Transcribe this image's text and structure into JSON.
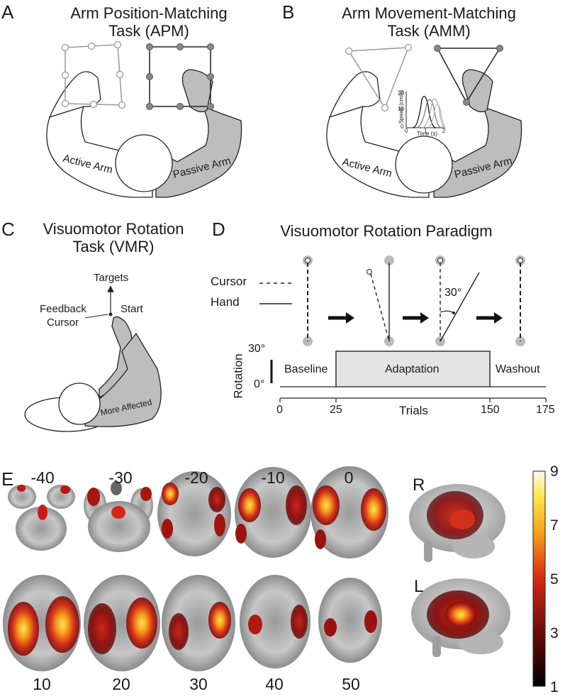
{
  "panels": {
    "a": {
      "letter": "A",
      "title_line1": "Arm Position-Matching",
      "title_line2": "Task (APM)",
      "active_label": "Active Arm",
      "passive_label": "Passive Arm"
    },
    "b": {
      "letter": "B",
      "title_line1": "Arm Movement-Matching",
      "title_line2": "Task (AMM)",
      "active_label": "Active Arm",
      "passive_label": "Passive Arm",
      "inset": {
        "ylabel": "Speed (cm/s)",
        "xlabel": "Time (s)",
        "yticks": [
          "0",
          "10",
          "20"
        ],
        "xticks": [
          "0",
          "1",
          "2"
        ]
      }
    },
    "c": {
      "letter": "C",
      "title_line1": "Visuomotor Rotation",
      "title_line2": "Task (VMR)",
      "targets_label": "Targets",
      "feedback_label_line1": "Feedback",
      "feedback_label_line2": "Cursor",
      "start_label": "Start",
      "affected_label": "More Affected"
    },
    "d": {
      "letter": "D",
      "title": "Visuomotor Rotation Paradigm",
      "cursor_label": "Cursor",
      "hand_label": "Hand",
      "angle_label": "30°",
      "ylabel": "Rotation",
      "ytick_top": "30°",
      "ytick_bottom": "0°",
      "phase_baseline": "Baseline",
      "phase_adaptation": "Adaptation",
      "phase_washout": "Washout",
      "xlabel": "Trials",
      "xticks": [
        "0",
        "25",
        "150",
        "175"
      ]
    },
    "e": {
      "letter": "E",
      "slices_top": [
        "-40",
        "-30",
        "-20",
        "-10",
        "0"
      ],
      "slices_bottom": [
        "10",
        "20",
        "30",
        "40",
        "50"
      ],
      "hemi_right": "R",
      "hemi_left": "L",
      "colorbar_ticks": [
        "9",
        "7",
        "5",
        "3",
        "1"
      ],
      "colors": {
        "low": "#000000",
        "mid": "#cc1a10",
        "high": "#ffffff"
      }
    }
  }
}
